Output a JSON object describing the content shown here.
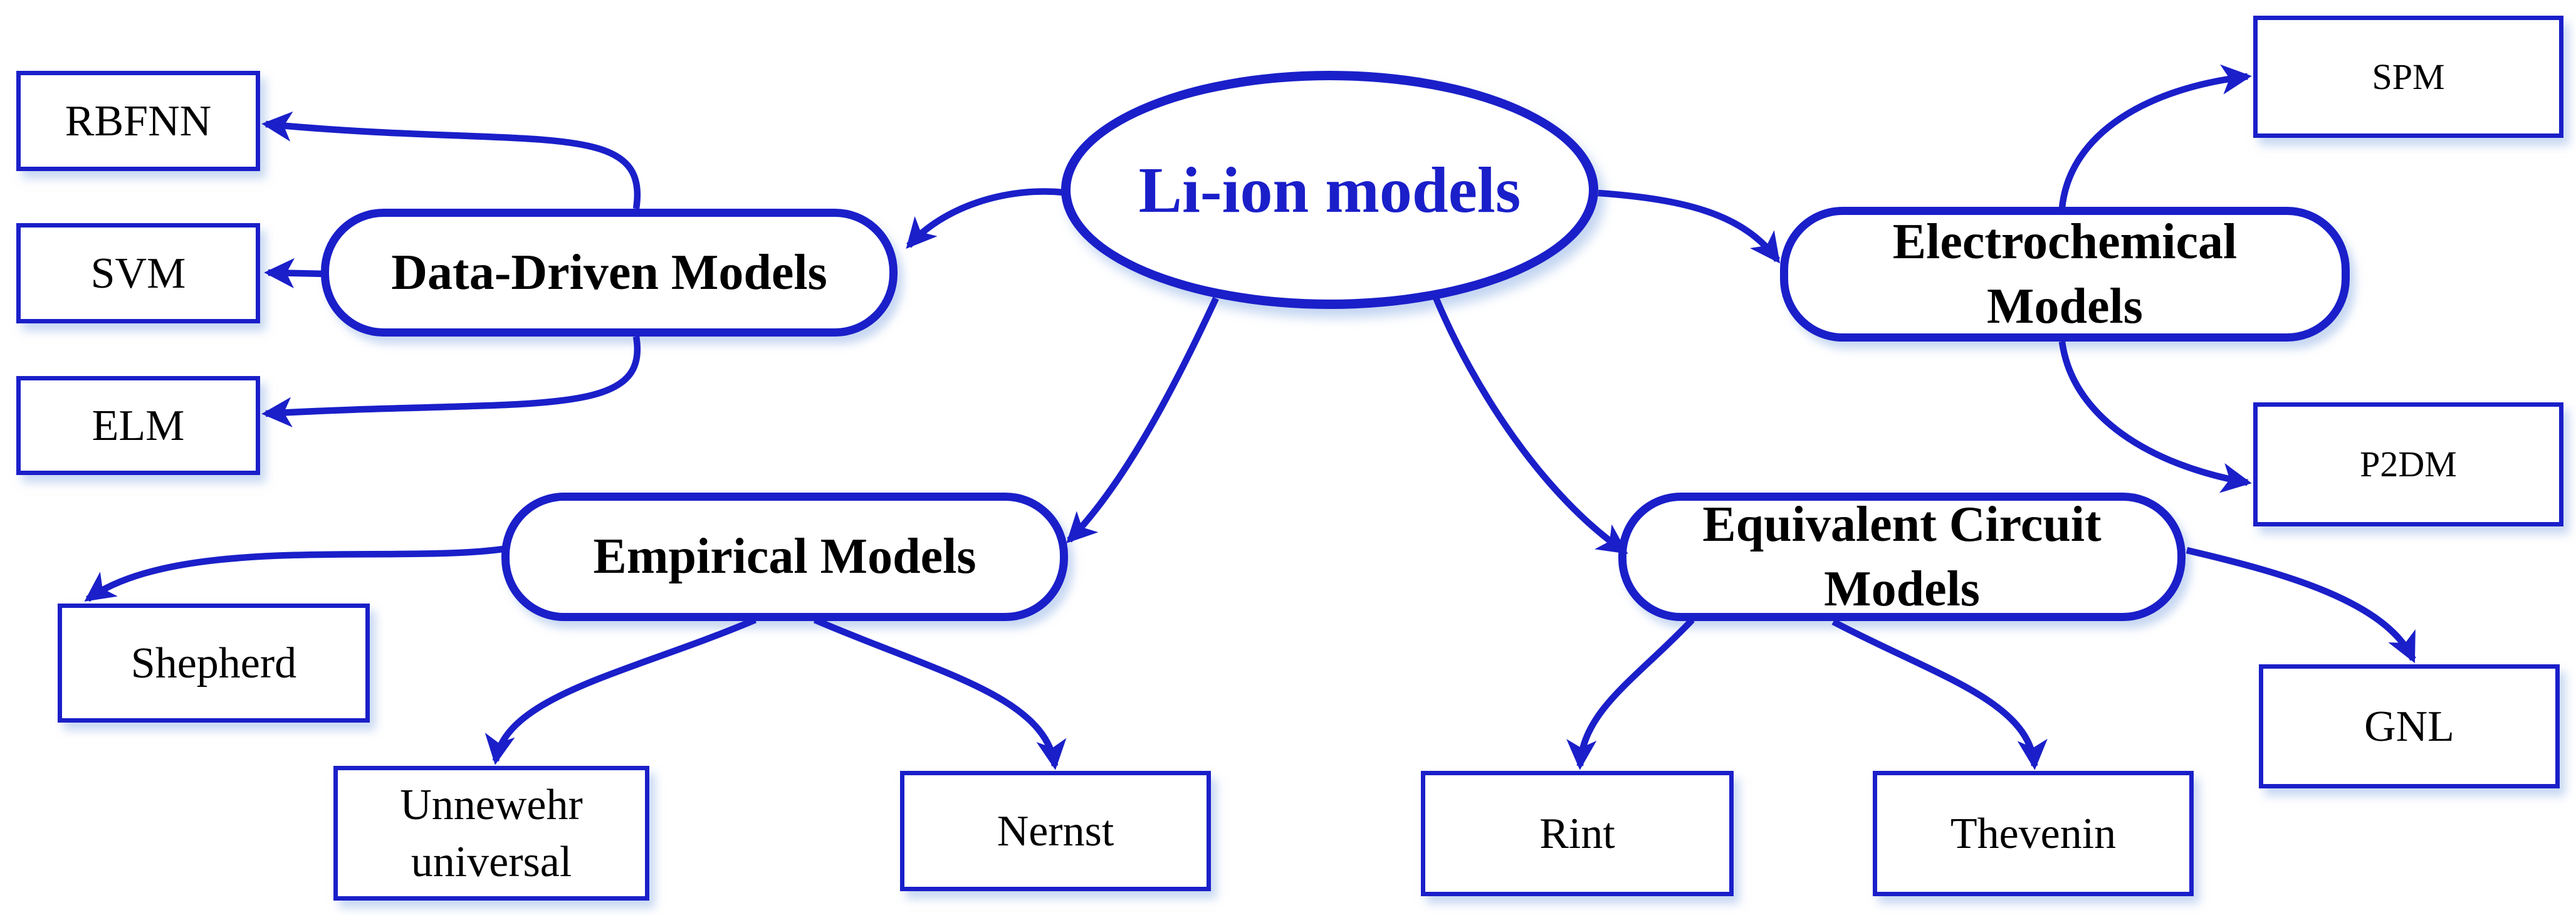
{
  "diagram": {
    "accent_color": "#1a1fc9",
    "node_text_color": "#000000",
    "shadow_color": "#aac3eb",
    "root": {
      "label": "Li-ion models"
    },
    "categories": {
      "data_driven": {
        "label": "Data-Driven Models"
      },
      "electrochemical": {
        "label": "Electrochemical\nModels"
      },
      "empirical": {
        "label": "Empirical Models"
      },
      "equivalent_circuit": {
        "label": "Equivalent Circuit\nModels"
      }
    },
    "leaves": {
      "rbfnn": {
        "label": "RBFNN"
      },
      "svm": {
        "label": "SVM"
      },
      "elm": {
        "label": "ELM"
      },
      "spm": {
        "label": "SPM"
      },
      "p2dm": {
        "label": "P2DM"
      },
      "shepherd": {
        "label": "Shepherd"
      },
      "unnewehr": {
        "label": "Unnewehr\nuniversal"
      },
      "nernst": {
        "label": "Nernst"
      },
      "rint": {
        "label": "Rint"
      },
      "thevenin": {
        "label": "Thevenin"
      },
      "gnl": {
        "label": "GNL"
      }
    },
    "edges": [
      {
        "from": "Li-ion models",
        "to": "Data-Driven Models"
      },
      {
        "from": "Li-ion models",
        "to": "Electrochemical Models"
      },
      {
        "from": "Li-ion models",
        "to": "Empirical Models"
      },
      {
        "from": "Li-ion models",
        "to": "Equivalent Circuit Models"
      },
      {
        "from": "Data-Driven Models",
        "to": "RBFNN"
      },
      {
        "from": "Data-Driven Models",
        "to": "SVM"
      },
      {
        "from": "Data-Driven Models",
        "to": "ELM"
      },
      {
        "from": "Electrochemical Models",
        "to": "SPM"
      },
      {
        "from": "Electrochemical Models",
        "to": "P2DM"
      },
      {
        "from": "Empirical Models",
        "to": "Shepherd"
      },
      {
        "from": "Empirical Models",
        "to": "Unnewehr universal"
      },
      {
        "from": "Empirical Models",
        "to": "Nernst"
      },
      {
        "from": "Equivalent Circuit Models",
        "to": "Rint"
      },
      {
        "from": "Equivalent Circuit Models",
        "to": "Thevenin"
      },
      {
        "from": "Equivalent Circuit Models",
        "to": "GNL"
      }
    ]
  }
}
